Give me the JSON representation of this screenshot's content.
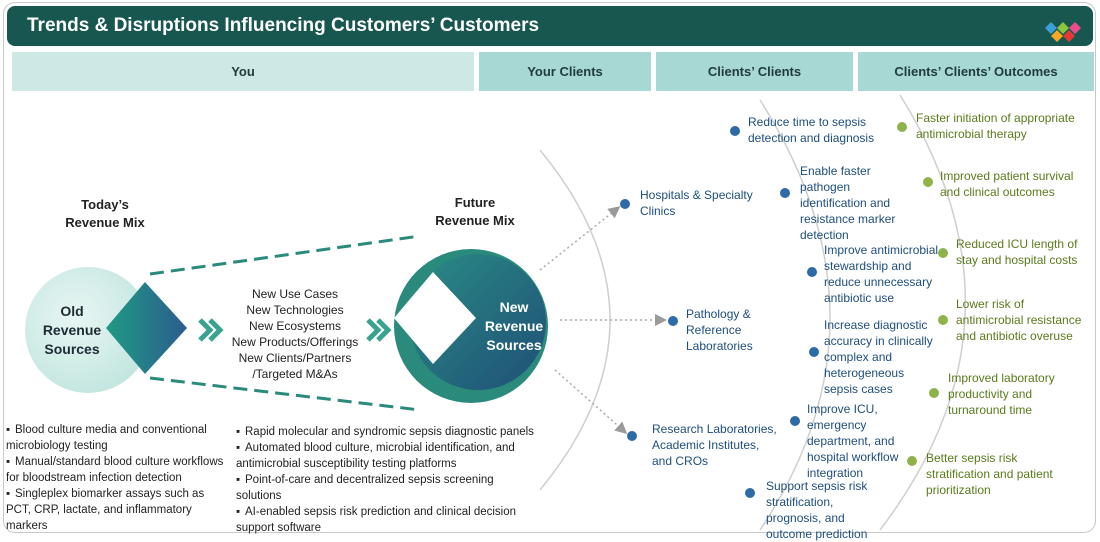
{
  "title": "Trends & Disruptions Influencing Customers’ Customers",
  "headers": {
    "you": "You",
    "your_clients": "Your Clients",
    "clients_clients": "Clients’ Clients",
    "outcomes": "Clients’ Clients’ Outcomes"
  },
  "today": {
    "title_line1": "Today’s",
    "title_line2": "Revenue Mix",
    "circle_line1": "Old",
    "circle_line2": "Revenue",
    "circle_line3": "Sources",
    "bullets": [
      "Blood culture media and conventional microbiology testing",
      "Manual/standard blood culture workflows for bloodstream infection detection",
      "Singleplex biomarker assays such as PCT, CRP, lactate, and inflammatory markers"
    ]
  },
  "middle_list": [
    "New Use Cases",
    "New Technologies",
    "New Ecosystems",
    "New Products/Offerings",
    "New Clients/Partners",
    "/Targeted M&As"
  ],
  "future": {
    "title_line1": "Future",
    "title_line2": "Revenue Mix",
    "circle_line1": "New",
    "circle_line2": "Revenue",
    "circle_line3": "Sources",
    "bullets": [
      "Rapid molecular and syndromic sepsis diagnostic panels",
      "Automated blood culture, microbial identification, and antimicrobial susceptibility testing platforms",
      "Point-of-care and decentralized sepsis screening solutions",
      "AI-enabled sepsis risk prediction and clinical decision support software"
    ]
  },
  "your_clients": [
    "Hospitals & Specialty Clinics",
    "Pathology & Reference Laboratories",
    "Research Laboratories, Academic Institutes, and CROs"
  ],
  "clients_clients": [
    "Reduce time to sepsis detection and diagnosis",
    "Enable faster pathogen identification and resistance marker detection",
    "Improve antimicrobial stewardship and reduce unnecessary antibiotic use",
    "Increase diagnostic accuracy in clinically complex and heterogeneous sepsis cases",
    "Improve ICU, emergency department, and hospital workflow integration",
    "Support sepsis risk stratification, prognosis, and outcome prediction"
  ],
  "outcomes": [
    "Faster initiation of appropriate antimicrobial therapy",
    "Improved patient survival and clinical outcomes",
    "Reduced ICU length of stay and hospital costs",
    "Lower risk of antimicrobial resistance and antibiotic overuse",
    "Improved laboratory productivity and turnaround time",
    "Better sepsis risk stratification and patient prioritization"
  ],
  "colors": {
    "title_bar": "#17574f",
    "header_light": "#cde9e6",
    "header_dark": "#a8d8d3",
    "teal": "#2a8a7c",
    "navy": "#1d4e7c",
    "olive": "#5a7a1b",
    "dot_blue": "#2d6aa6",
    "dot_green": "#8fb34a"
  }
}
